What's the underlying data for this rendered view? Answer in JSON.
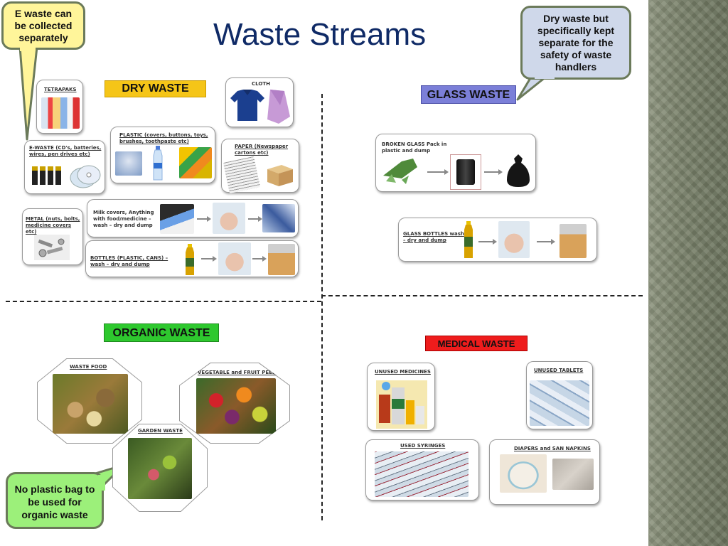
{
  "slide": {
    "title": "Waste Streams"
  },
  "callouts": {
    "ewaste": "E waste can be collected separately",
    "glass": "Dry waste but specifically kept separate for the safety of waste handlers",
    "organic": "No plastic bag to be used for organic waste"
  },
  "dry": {
    "heading": "DRY WASTE",
    "tetrapaks": "TETRAPAKS",
    "cloth": "CLOTH",
    "plastic": "PLASTIC (covers, buttons, toys, brushes, toothpaste etc)",
    "ewaste": "E-WASTE (CD's, batteries, wires, pen drives etc)",
    "paper": "PAPER (Newspaper cartons etc)",
    "metal": "METAL (nuts, bolts, medicine covers etc)",
    "milk": "Milk covers, Anything with food/medicine – wash – dry and dump",
    "bottles": "BOTTLES (PLASTIC, CANS) – wash – dry and dump"
  },
  "glass": {
    "heading": "GLASS WASTE",
    "broken": "BROKEN GLASS Pack in plastic and dump",
    "bottles": "GLASS BOTTLES wash – dry and dump"
  },
  "organic": {
    "heading": "ORGANIC  WASTE",
    "food": "WASTE FOOD",
    "peels": "VEGETABLE and FRUIT PEELS",
    "garden": "GARDEN WASTE"
  },
  "medical": {
    "heading": "MEDICAL WASTE",
    "medicines": "UNUSED MEDICINES",
    "tablets": "UNUSED TABLETS",
    "syringes": "USED SYRINGES",
    "diapers": "DIAPERS and SAN NAPKINS"
  },
  "colors": {
    "title": "#0f2a66",
    "dry_tag": "#f5c518",
    "glass_tag": "#7b7fd8",
    "organic_tag": "#2ec82e",
    "medical_tag": "#ee1c1c",
    "callout_yellow": "#fff59a",
    "callout_blue": "#cfd8ea",
    "callout_green": "#9cf07a"
  }
}
